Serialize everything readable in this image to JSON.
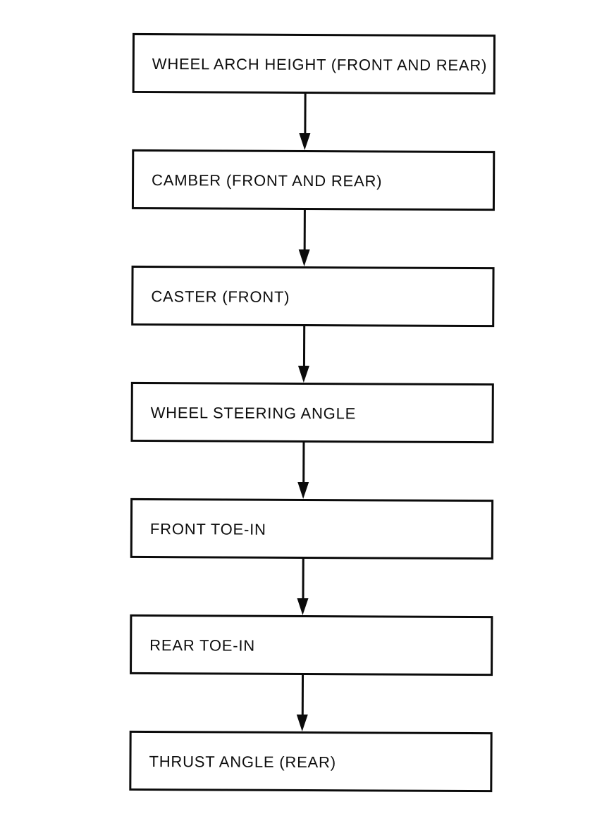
{
  "flowchart": {
    "type": "sequence-flowchart",
    "direction": "top-to-bottom",
    "connector": "down-arrow",
    "colors": {
      "ink": "#0b0b0b",
      "background": "#ffffff"
    },
    "steps": [
      {
        "label": "WHEEL ARCH HEIGHT (FRONT AND REAR)"
      },
      {
        "label": "CAMBER (FRONT AND REAR)"
      },
      {
        "label": "CASTER (FRONT)"
      },
      {
        "label": "WHEEL STEERING ANGLE"
      },
      {
        "label": "FRONT TOE-IN"
      },
      {
        "label": "REAR TOE-IN"
      },
      {
        "label": "THRUST ANGLE (REAR)"
      }
    ]
  }
}
